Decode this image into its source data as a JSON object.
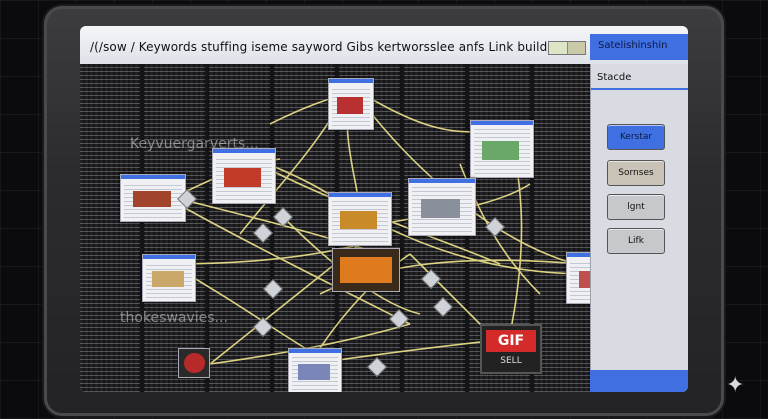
{
  "window": {
    "title": "/(/sow /  Keywords stuffing  iseme sayword  Gibs kertworsslee anfs Link building",
    "side_title": "Satelishinshin"
  },
  "sidebar": {
    "subtitle": "Stacde",
    "buttons": [
      {
        "label": "Kerstar",
        "style": "blue"
      },
      {
        "label": "Sornses",
        "style": "tan"
      },
      {
        "label": "lgnt",
        "style": "grey"
      },
      {
        "label": "Lifk",
        "style": "grey"
      }
    ]
  },
  "canvas": {
    "overlay_words": [
      "Keyvuergarverts...",
      "thokeswavies..."
    ]
  },
  "badge": {
    "top": "GIF",
    "bottom": "SELL"
  },
  "colors": {
    "accent": "#3f6fe0",
    "link_line": "#f0e68c",
    "badge_red": "#d42a2a"
  },
  "icons": [
    "sparkle-icon"
  ]
}
